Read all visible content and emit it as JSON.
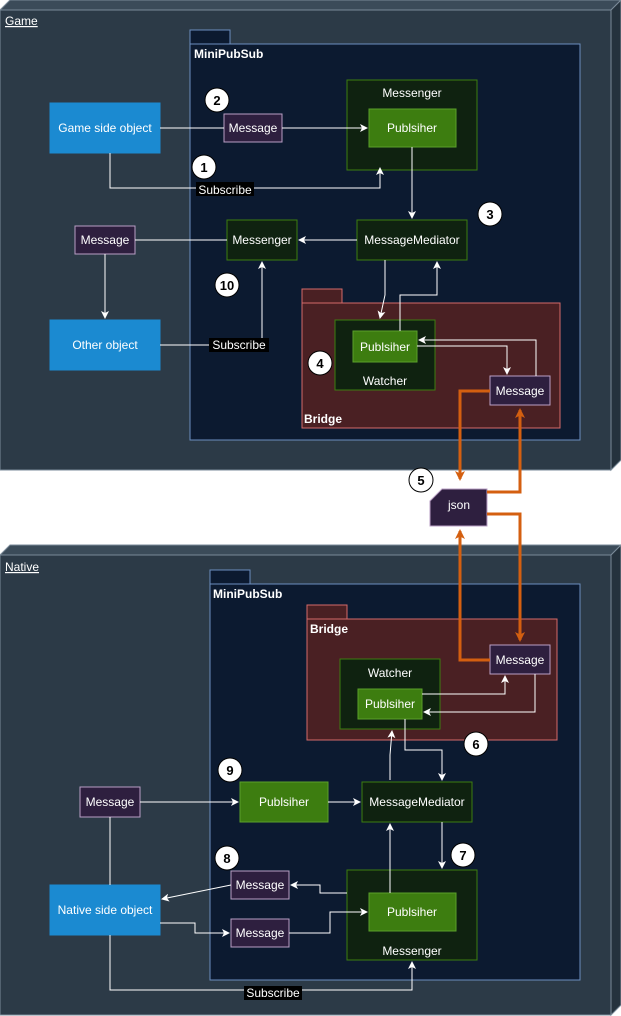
{
  "diagram": {
    "colors": {
      "outer_fill": "#2c3a47",
      "outer_top": "#3b4b59",
      "inner_fill": "#0c1a30",
      "inner_stroke": "#6c8ebf",
      "bridge_fill": "#4a2023",
      "bridge_stroke": "#d46a6a",
      "dark_green": "#0f2210",
      "green": "#3d7d10",
      "blue": "#1b8ad1",
      "message_fill": "#2e1f3f",
      "json_fill": "#2e1f3f",
      "arrow_white": "#ffffff",
      "arrow_orange": "#d45f10",
      "badge_fill": "#ffffff"
    },
    "game": {
      "title": "Game",
      "minipubsub": "MiniPubSub",
      "bridge": "Bridge",
      "game_side_object": "Game side object",
      "other_object": "Other object",
      "message_top": "Message",
      "message_left": "Message",
      "messenger_box": "Messenger",
      "publisher": "Publsiher",
      "messenger": "Messenger",
      "mediator": "MessageMediator",
      "watcher": "Watcher",
      "watcher_publisher": "Publsiher",
      "bridge_message": "Message",
      "subscribe_1": "Subscribe",
      "subscribe_2": "Subscribe"
    },
    "json_label": "json",
    "native": {
      "title": "Native",
      "minipubsub": "MiniPubSub",
      "bridge": "Bridge",
      "watcher": "Watcher",
      "watcher_publisher": "Publsiher",
      "bridge_message": "Message",
      "message_left": "Message",
      "publisher": "Publsiher",
      "mediator": "MessageMediator",
      "native_side_object": "Native side object",
      "message_upper": "Message",
      "message_lower": "Message",
      "messenger_publisher": "Publsiher",
      "messenger_box": "Messenger",
      "subscribe": "Subscribe"
    },
    "steps": [
      "1",
      "2",
      "3",
      "4",
      "5",
      "6",
      "7",
      "8",
      "9",
      "10"
    ]
  }
}
